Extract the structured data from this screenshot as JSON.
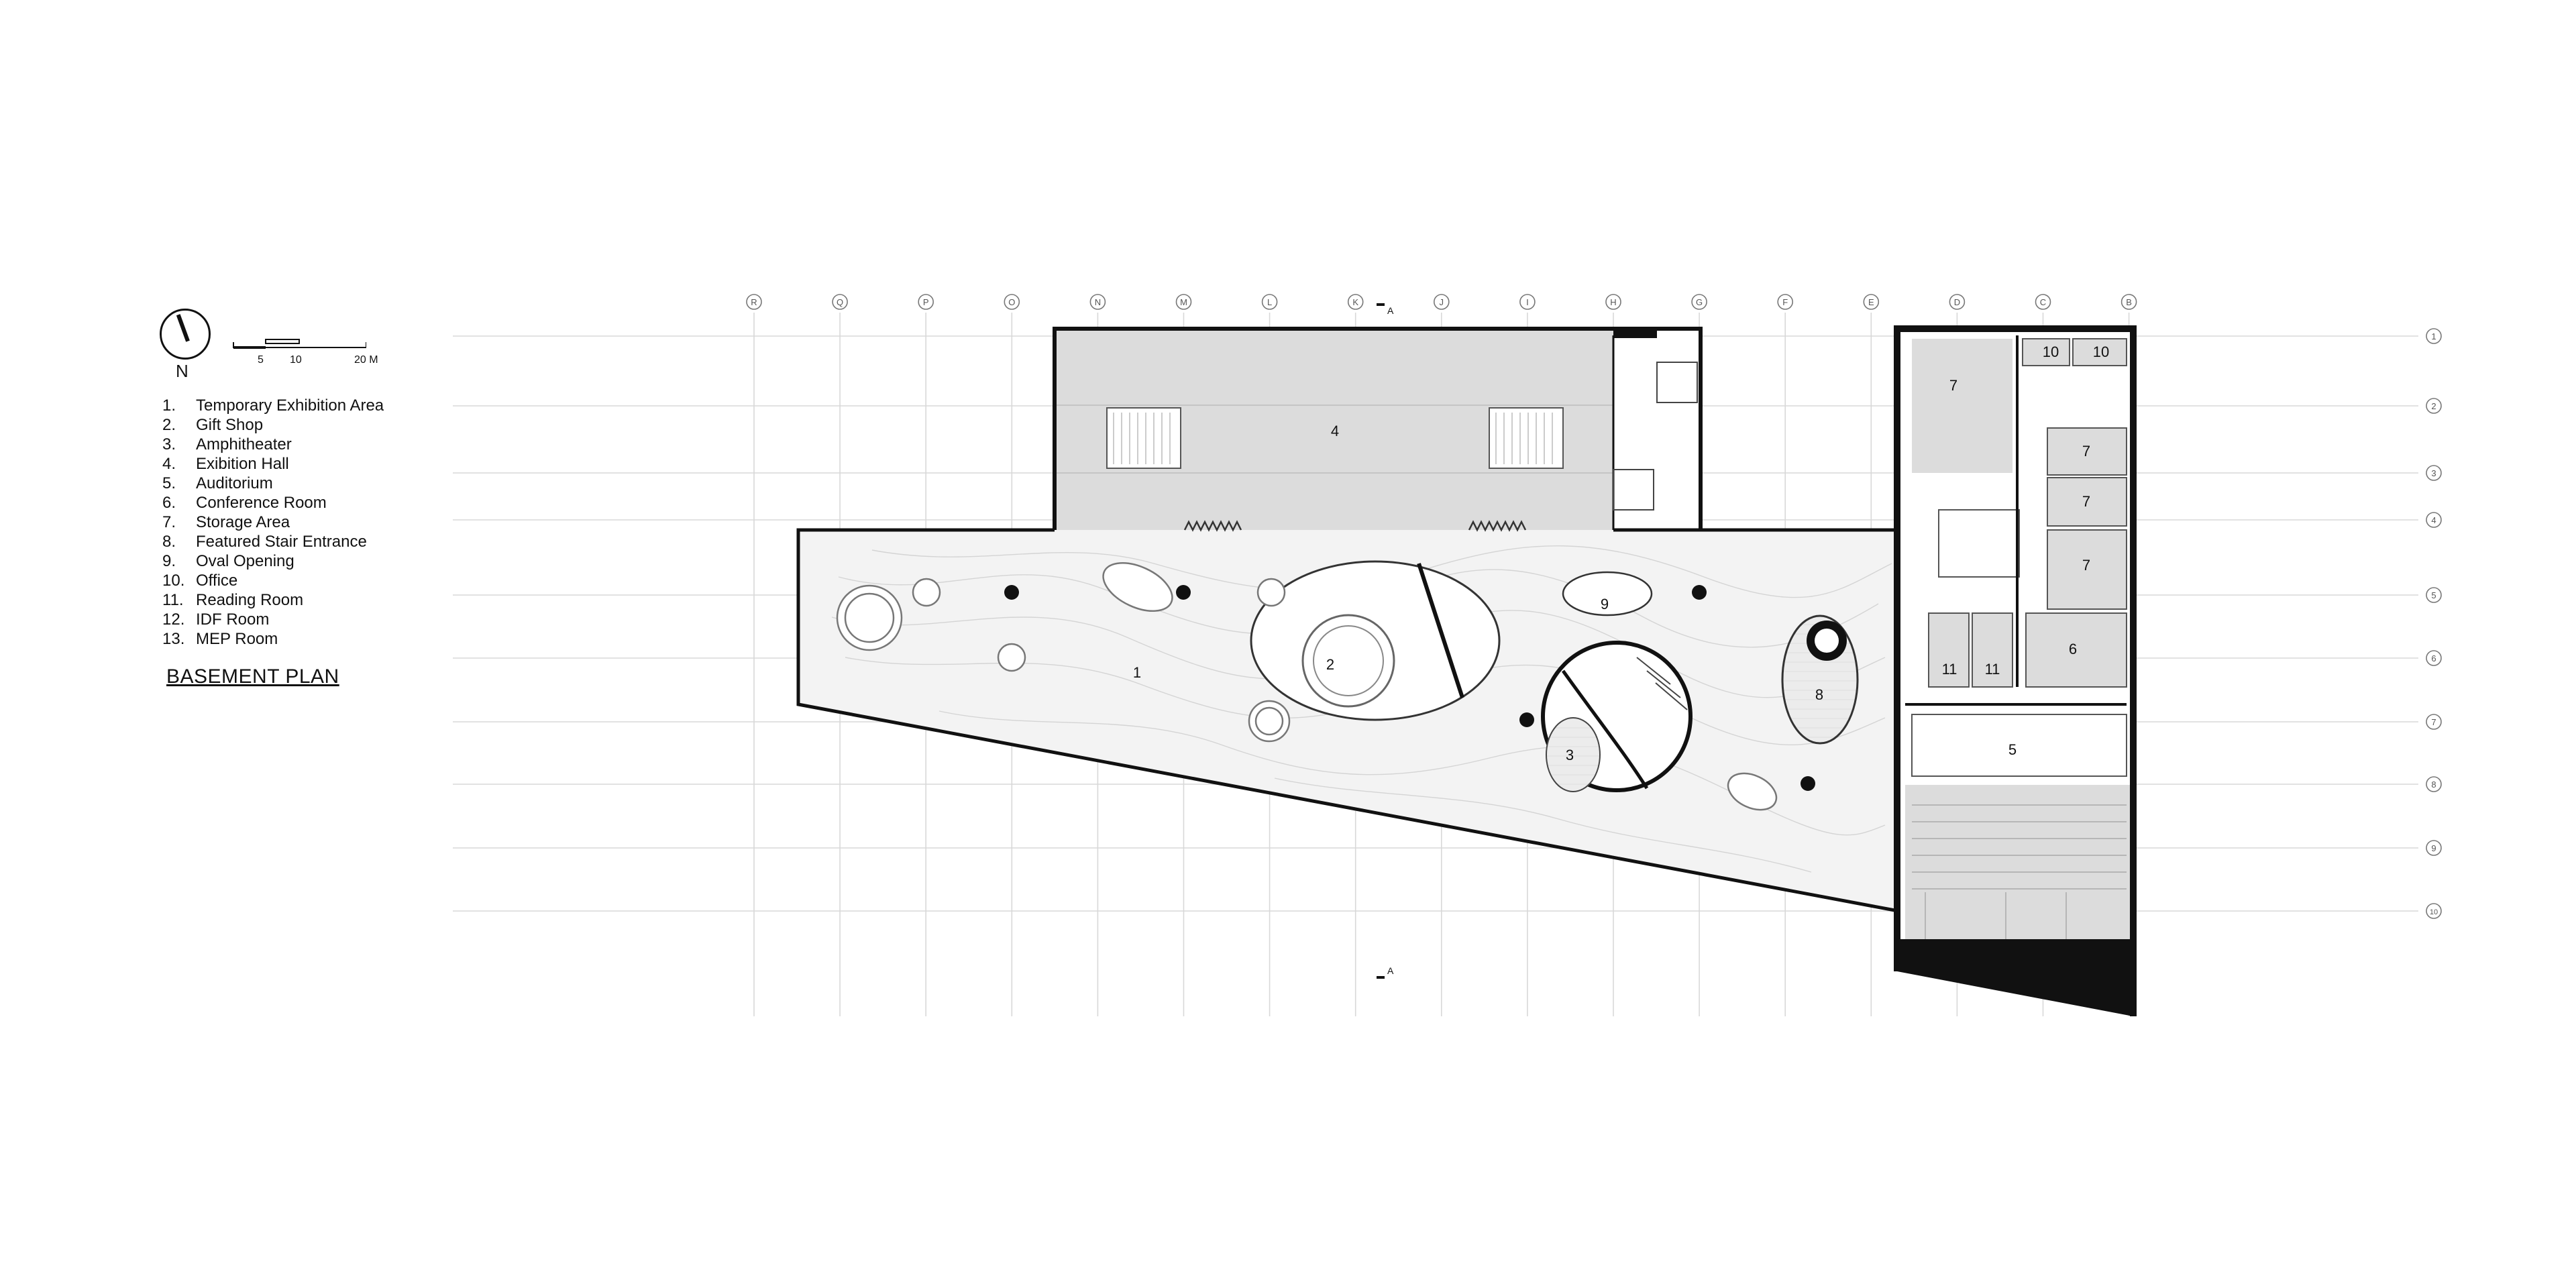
{
  "north_label": "N",
  "scale": {
    "ticks": [
      "5",
      "10",
      "20 M"
    ]
  },
  "legend": [
    {
      "num": "1.",
      "label": "Temporary Exhibition Area"
    },
    {
      "num": "2.",
      "label": "Gift Shop"
    },
    {
      "num": "3.",
      "label": "Amphitheater"
    },
    {
      "num": "4.",
      "label": "Exibition Hall"
    },
    {
      "num": "5.",
      "label": "Auditorium"
    },
    {
      "num": "6.",
      "label": "Conference Room"
    },
    {
      "num": "7.",
      "label": "Storage Area"
    },
    {
      "num": "8.",
      "label": "Featured Stair Entrance"
    },
    {
      "num": "9.",
      "label": "Oval Opening"
    },
    {
      "num": "10.",
      "label": "Office"
    },
    {
      "num": "11.",
      "label": "Reading Room"
    },
    {
      "num": "12.",
      "label": "IDF Room"
    },
    {
      "num": "13.",
      "label": "MEP Room"
    }
  ],
  "title": "BASEMENT PLAN",
  "grid_columns": [
    "R",
    "Q",
    "P",
    "O",
    "N",
    "M",
    "L",
    "K",
    "J",
    "I",
    "H",
    "G",
    "F",
    "E",
    "D",
    "C",
    "B"
  ],
  "grid_rows": [
    "1",
    "2",
    "3",
    "4",
    "5",
    "6",
    "7",
    "8",
    "9",
    "10"
  ],
  "section_marker": "A",
  "room_numbers": [
    "1",
    "2",
    "3",
    "4",
    "5",
    "6",
    "7",
    "8",
    "9",
    "10",
    "11"
  ]
}
